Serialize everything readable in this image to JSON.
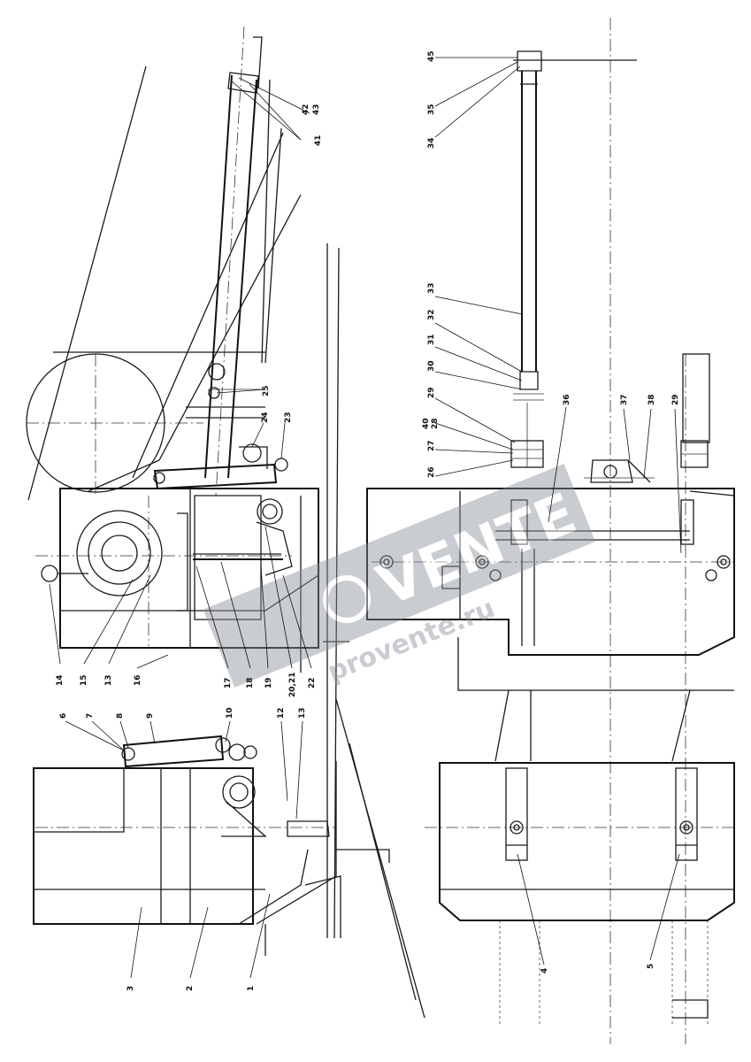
{
  "watermark": {
    "brand": "VENTE",
    "site": "provente.ru",
    "color": "#8a8f99"
  },
  "callouts": {
    "n1": "1",
    "n2": "2",
    "n3": "3",
    "n4": "4",
    "n5": "5",
    "n6": "6",
    "n7": "7",
    "n8": "8",
    "n9": "9",
    "n10": "10",
    "n12": "12",
    "n13a": "13",
    "n13b": "13",
    "n14": "14",
    "n15": "15",
    "n16": "16",
    "n17": "17",
    "n18": "18",
    "n19": "19",
    "n2021": "20,21",
    "n22": "22",
    "n23": "23",
    "n24": "24",
    "n25": "25",
    "n26": "26",
    "n27": "27",
    "n2840": "28",
    "n40": "40",
    "n29a": "29",
    "n29b": "29",
    "n30": "30",
    "n31": "31",
    "n32": "32",
    "n33": "33",
    "n34": "34",
    "n35": "35",
    "n36": "36",
    "n37": "37",
    "n38": "38",
    "n41": "41",
    "n4243": "42",
    "n43": "43",
    "n45": "45"
  }
}
